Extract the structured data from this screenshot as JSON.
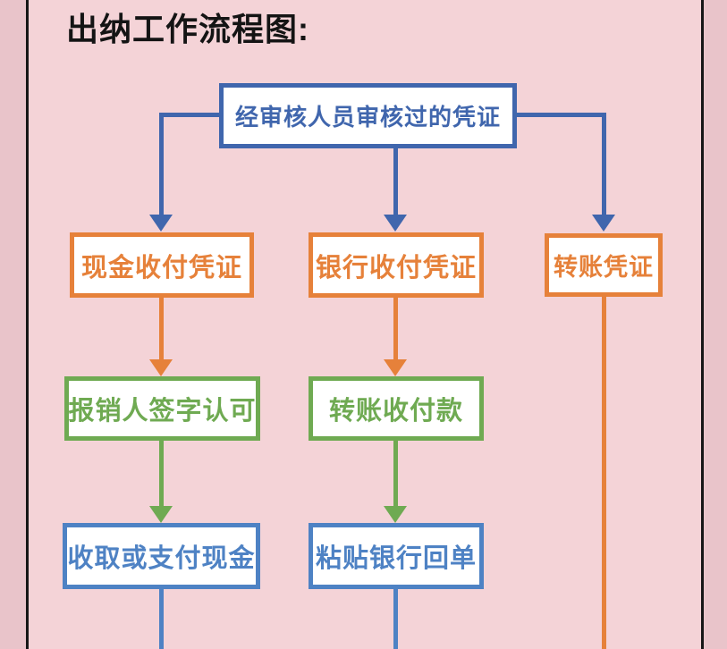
{
  "page": {
    "title": "出纳工作流程图:"
  },
  "colors": {
    "blue": "#4066ad",
    "light_blue": "#4e82c4",
    "orange": "#e6813a",
    "green": "#6faa52",
    "inner_pink": "#f4d3d7",
    "outer_pink": "#e9c4ca",
    "frame_black": "#161616",
    "node_bg": "#ffffff"
  },
  "flowchart": {
    "root": {
      "label": "经审核人员审核过的凭证"
    },
    "level2": [
      {
        "label": "现金收付凭证"
      },
      {
        "label": "银行收付凭证"
      },
      {
        "label": "转账凭证"
      }
    ],
    "level3": [
      {
        "label": "报销人签字认可"
      },
      {
        "label": "转账收付款"
      }
    ],
    "level4": [
      {
        "label": "收取或支付现金"
      },
      {
        "label": "粘贴银行回单"
      }
    ]
  }
}
